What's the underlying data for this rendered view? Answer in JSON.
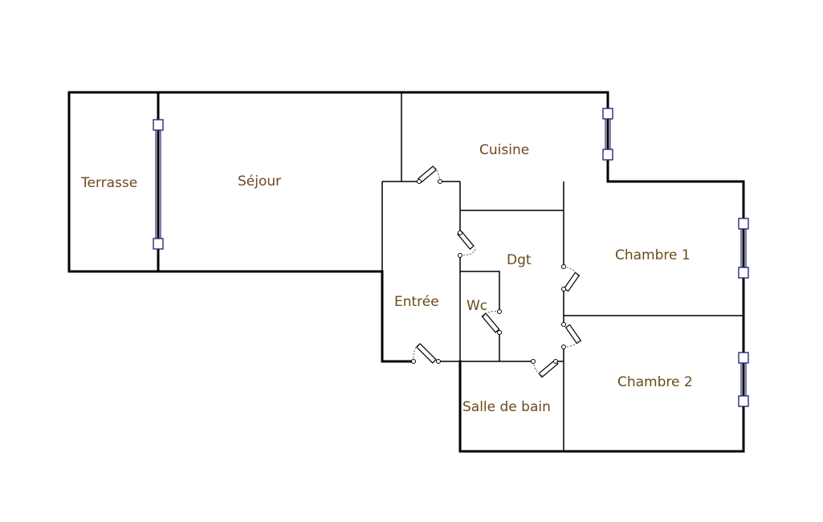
{
  "rooms": {
    "terrasse": "Terrasse",
    "sejour": "Séjour",
    "cuisine": "Cuisine",
    "dgt": "Dgt",
    "chambre1": "Chambre 1",
    "entree": "Entrée",
    "wc": "Wc",
    "salle_de_bain": "Salle de bain",
    "chambre2": "Chambre 2"
  }
}
